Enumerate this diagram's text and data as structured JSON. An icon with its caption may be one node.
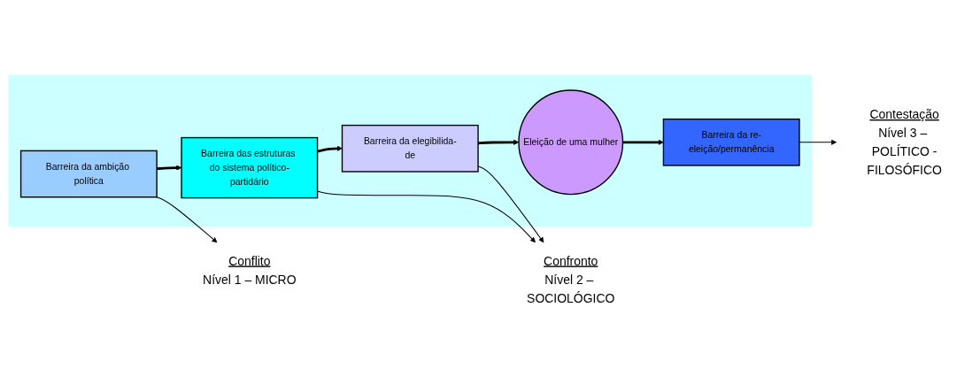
{
  "diagram": {
    "nodes": [
      {
        "text": [],
        "shape": "box"
      },
      {
        "text": [
          "Barreira da ambição política"
        ],
        "in": 0
      },
      {
        "text": [
          "Barreira das estruturas do sistema político-partidário"
        ],
        "in": 0
      },
      {
        "text": [
          "Barreira da elegibilida-de"
        ],
        "in": 0
      },
      {
        "text": [
          "Eleição de uma mulher"
        ],
        "in": 0
      },
      {
        "text": [
          "Barreira da re-eleição/permanência"
        ],
        "in": 0
      },
      {
        "text": [
          "Conflito",
          "Nível 1 – MICRO"
        ]
      },
      {
        "text": [
          "Confronto",
          "Nível 2 – SOCIOLÓGICO"
        ]
      },
      {
        "text": [
          "Contestação",
          "Nível 3 – POLÍTICO -FILOSÓFICO"
        ]
      }
    ],
    "edges": [
      {
        "from": 1,
        "to": 2,
        "arrow": "to",
        "style": "thick"
      },
      {
        "from": 2,
        "to": 3,
        "arrow": "to",
        "style": "thick"
      },
      {
        "from": 3,
        "to": 4,
        "arrow": "to",
        "style": "thick"
      },
      {
        "from": 4,
        "to": 5,
        "arrow": "to",
        "style": "thick"
      },
      {
        "from": 1,
        "to": 6,
        "arrow": "to"
      },
      {
        "from": 2,
        "to": 7,
        "arrow": "to"
      },
      {
        "from": 3,
        "to": 7,
        "arrow": "to"
      },
      {
        "from": 5,
        "to": 8,
        "arrow": "to"
      }
    ]
  }
}
